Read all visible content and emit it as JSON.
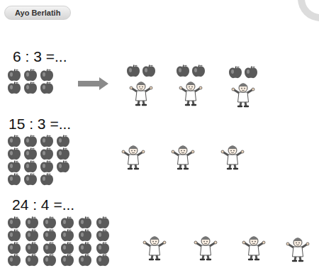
{
  "diagram": {
    "nodes": [
      {
        "text": [
          "Ayo Berlatih"
        ]
      }
    ],
    "labels": [
      "6 : 3 =...",
      "15 : 3 =...",
      "24 : 4 =..."
    ]
  }
}
